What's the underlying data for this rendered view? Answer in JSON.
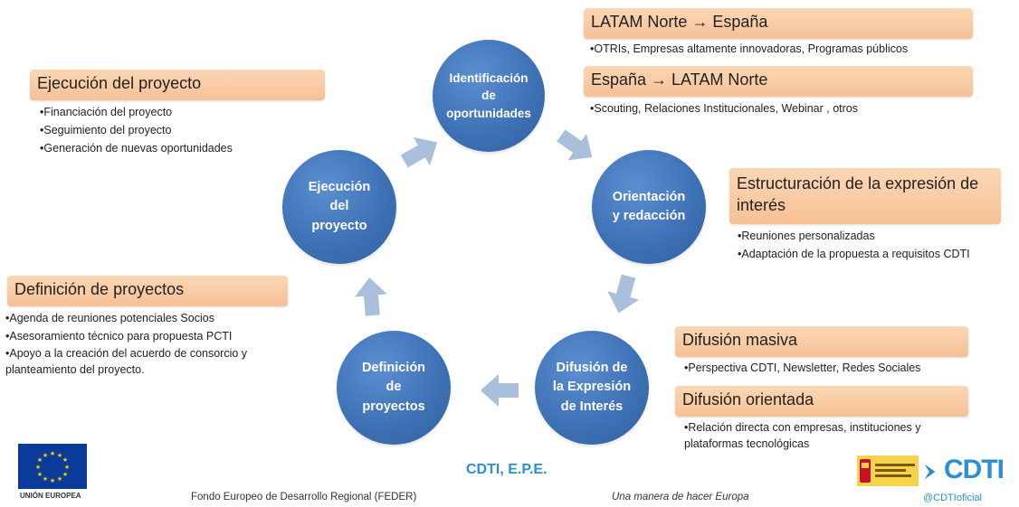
{
  "cycle": {
    "identificacion": "Identificación\nde\noportunidades",
    "orientacion": "Orientación\ny redacción",
    "difusion": "Difusión de\nla Expresión\nde Interés",
    "definicion": "Definición\nde\nproyectos",
    "ejecucion": "Ejecución\ndel\nproyecto"
  },
  "latam_norte_espana": {
    "title": "LATAM Norte → España",
    "items": [
      "OTRIs, Empresas altamente innovadoras, Programas públicos"
    ]
  },
  "espana_latam_norte": {
    "title": "España → LATAM Norte",
    "items": [
      "Scouting, Relaciones Institucionales, Webinar , otros"
    ]
  },
  "ejecucion_box": {
    "title": "Ejecución del proyecto",
    "items": [
      "Financiación del proyecto",
      "Seguimiento del proyecto",
      "Generación de nuevas oportunidades"
    ]
  },
  "estructuracion": {
    "title": "Estructuración de la expresión de interés",
    "items": [
      "Reuniones personalizadas",
      "Adaptación de la propuesta a requisitos CDTI"
    ]
  },
  "definicion_box": {
    "title": "Definición de proyectos",
    "items": [
      "Agenda de reuniones potenciales Socios",
      "Asesoramiento técnico para propuesta PCTI",
      "Apoyo a la creación del acuerdo de consorcio y planteamiento del proyecto."
    ]
  },
  "difusion_masiva": {
    "title": "Difusión masiva",
    "items": [
      "Perspectiva CDTI, Newsletter, Redes Sociales"
    ]
  },
  "difusion_orientada": {
    "title": "Difusión orientada",
    "items": [
      "Relación directa con empresas, instituciones y plataformas tecnológicas"
    ]
  },
  "footer": {
    "eu_label": "UNIÓN EUROPEA",
    "feder": "Fondo Europeo de Desarrollo Regional (FEDER)",
    "center": "CDTI, E.P.E.",
    "motto": "Una manera de hacer Europa",
    "cdti_logo": "CDTI",
    "handle": "@CDTIoficial"
  },
  "colors": {
    "circle": "#3f72b6",
    "title_box": "#f8c9a0",
    "arrow": "#a9bfdc",
    "eu_blue": "#0a3a9a",
    "eu_star": "#ffd200"
  }
}
